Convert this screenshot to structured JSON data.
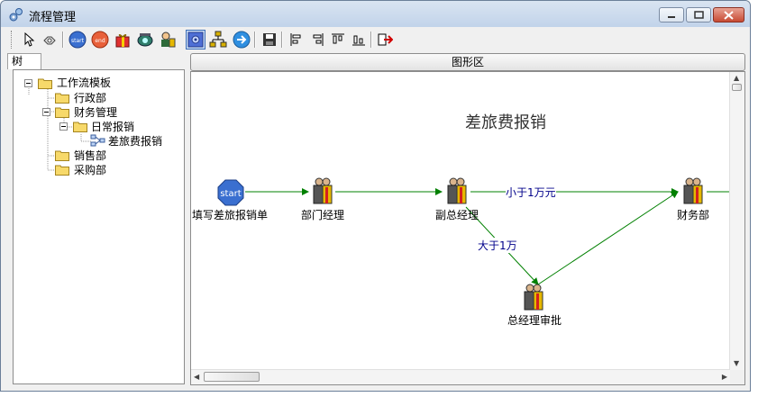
{
  "window": {
    "title": "流程管理"
  },
  "toolbar": {
    "buttons": [
      {
        "icon": "select-pointer-icon"
      },
      {
        "icon": "link-icon"
      },
      {
        "icon": "start-node-icon"
      },
      {
        "icon": "end-node-icon"
      },
      {
        "icon": "gift-node-icon"
      },
      {
        "icon": "router-icon"
      },
      {
        "icon": "user-node-icon"
      },
      {
        "icon": "auto-node-icon"
      },
      {
        "icon": "network-icon"
      },
      {
        "icon": "arrow-right-icon"
      },
      {
        "icon": "save-icon"
      },
      {
        "icon": "align-left-icon"
      },
      {
        "icon": "align-right-icon"
      },
      {
        "icon": "align-top-icon"
      },
      {
        "icon": "align-bottom-icon"
      },
      {
        "icon": "exit-icon"
      }
    ]
  },
  "tree_tab": {
    "label": "树"
  },
  "tree": {
    "root": "工作流模板",
    "items": [
      "行政部",
      "财务管理",
      "日常报销",
      "差旅费报销",
      "销售部",
      "采购部"
    ]
  },
  "graph": {
    "header": "图形区",
    "title": "差旅费报销",
    "nodes": {
      "start": {
        "icon_text": "start",
        "label": "填写差旅报销单"
      },
      "dept": {
        "label": "部门经理"
      },
      "vp": {
        "label": "副总经理"
      },
      "finance": {
        "label": "财务部"
      },
      "gm": {
        "label": "总经理审批"
      }
    },
    "edges": {
      "small": "小于1万元",
      "large": "大于1万"
    }
  },
  "colors": {
    "edge": "#008000",
    "edge_label": "#00008b",
    "start_node": "#3a6fd0",
    "active_tool": "#c9dcf5"
  }
}
